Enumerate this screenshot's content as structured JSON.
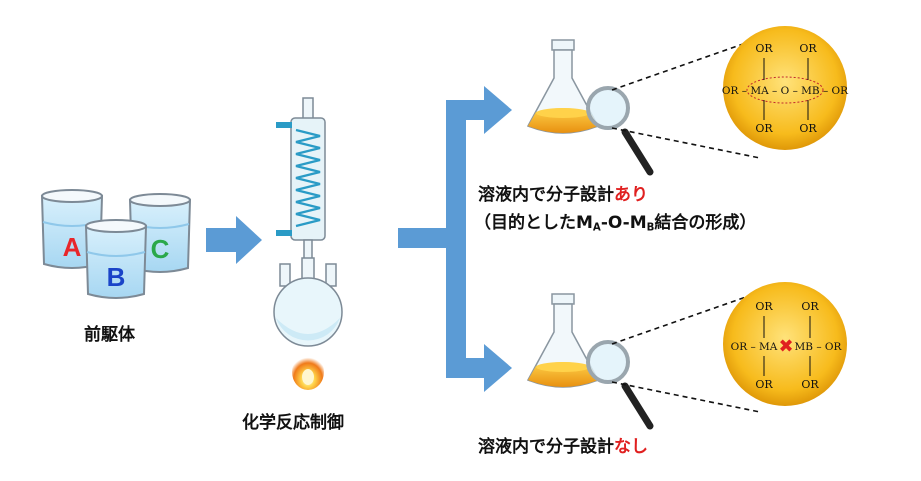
{
  "precursor_label": "前駆体",
  "beakers": [
    {
      "letter": "A",
      "color": "#e8262a"
    },
    {
      "letter": "B",
      "color": "#1a44c8"
    },
    {
      "letter": "C",
      "color": "#2aa84a"
    }
  ],
  "reaction_label": "化学反応制御",
  "top": {
    "line1_prefix": "溶液内で分子設計",
    "line1_highlight": "あり",
    "line2_open": "（目的とした",
    "m_a": "M",
    "m_a_sub": "A",
    "bond": "-O-",
    "m_b": "M",
    "m_b_sub": "B",
    "line2_close": "結合の形成）",
    "molecule": {
      "or_label": "OR",
      "dash": "–",
      "center_row": "OR – MA – O – MB – OR"
    }
  },
  "bottom": {
    "line_prefix": "溶液内で分子設計",
    "line_highlight": "なし",
    "molecule": {
      "or_label": "OR",
      "left_group": "OR – MA",
      "right_group": "MB – OR",
      "cross": "✖"
    }
  },
  "colors": {
    "arrow": "#5b9bd5",
    "highlight": "#e02020",
    "liquid_blue": "#bfe3f7",
    "liquid_orange": "#f3a81e",
    "circle_gold": "#f7bb1c"
  }
}
